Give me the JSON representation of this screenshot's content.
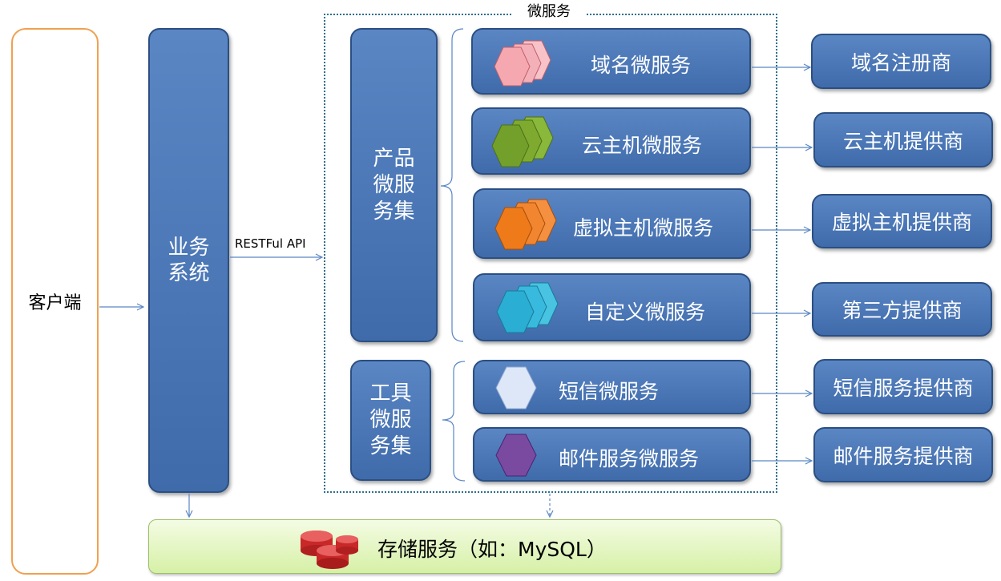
{
  "microservices_title": "微服务",
  "client": {
    "label": "客户端"
  },
  "business_system": {
    "label_line1": "业务",
    "label_line2": "系统"
  },
  "api_label": "RESTFul API",
  "product_group": {
    "line1": "产品",
    "line2": "微服",
    "line3": "务集"
  },
  "tool_group": {
    "line1": "工具",
    "line2": "微服",
    "line3": "务集"
  },
  "services": [
    {
      "label": "域名微服务",
      "icon": "pink-hexagon-stack-icon",
      "color": "#f4a0a8"
    },
    {
      "label": "云主机微服务",
      "icon": "green-hexagon-stack-icon",
      "color": "#76a12a"
    },
    {
      "label": "虚拟主机微服务",
      "icon": "orange-hexagon-stack-icon",
      "color": "#ef7a1a"
    },
    {
      "label": "自定义微服务",
      "icon": "cyan-hexagon-stack-icon",
      "color": "#2db4d6"
    },
    {
      "label": "短信微服务",
      "icon": "lightblue-hexagon-icon",
      "color": "#dce6f8"
    },
    {
      "label": "邮件服务微服务",
      "icon": "purple-hexagon-icon",
      "color": "#7a4aa0"
    }
  ],
  "providers": [
    {
      "label": "域名注册商"
    },
    {
      "label": "云主机提供商"
    },
    {
      "label": "虚拟主机提供商"
    },
    {
      "label": "第三方提供商"
    },
    {
      "label": "短信服务提供商"
    },
    {
      "label": "邮件服务提供商"
    }
  ],
  "storage": {
    "label": "存储服务（如：MySQL）",
    "icon": "database-cylinders-icon",
    "color": "#d42a2a"
  }
}
